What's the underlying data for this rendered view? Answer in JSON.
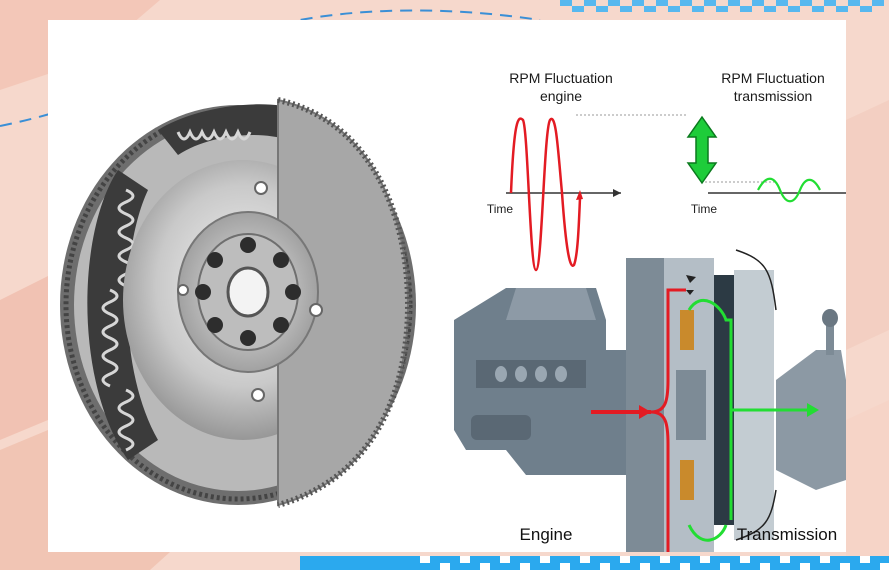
{
  "graph": {
    "engine_title_line1": "RPM Fluctuation",
    "engine_title_line2": "engine",
    "transmission_title_line1": "RPM Fluctuation",
    "transmission_title_line2": "transmission",
    "time_label_left": "Time",
    "time_label_right": "Time"
  },
  "labels": {
    "engine": "Engine",
    "transmission": "Transmission"
  },
  "colors": {
    "engine_signal": "#e31b23",
    "transmission_signal": "#22dd33",
    "arrow_green": "#1ecc3a"
  }
}
